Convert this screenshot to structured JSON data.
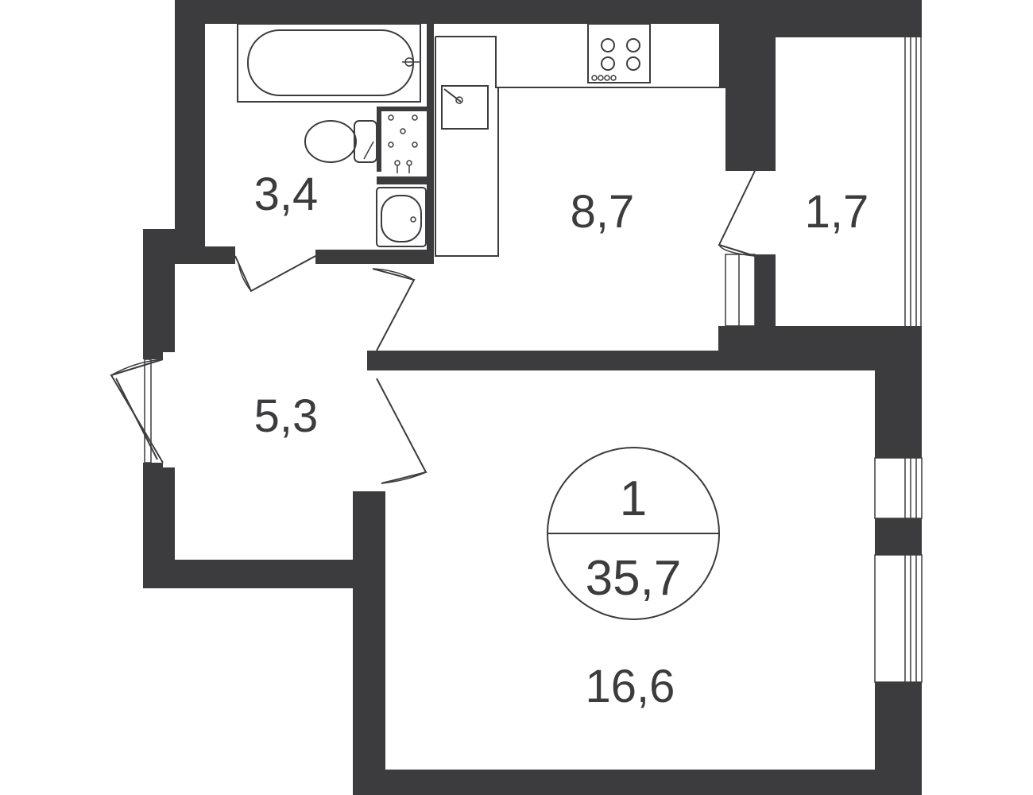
{
  "plan": {
    "rooms": {
      "bathroom": {
        "area": "3,4"
      },
      "kitchen": {
        "area": "8,7"
      },
      "balcony": {
        "area": "1,7"
      },
      "hallway": {
        "area": "5,3"
      },
      "living_room": {
        "area": "16,6"
      }
    },
    "badge": {
      "rooms_count": "1",
      "total_area": "35,7"
    },
    "colors": {
      "wall": "#3c3c3e",
      "background": "#ffffff"
    }
  }
}
